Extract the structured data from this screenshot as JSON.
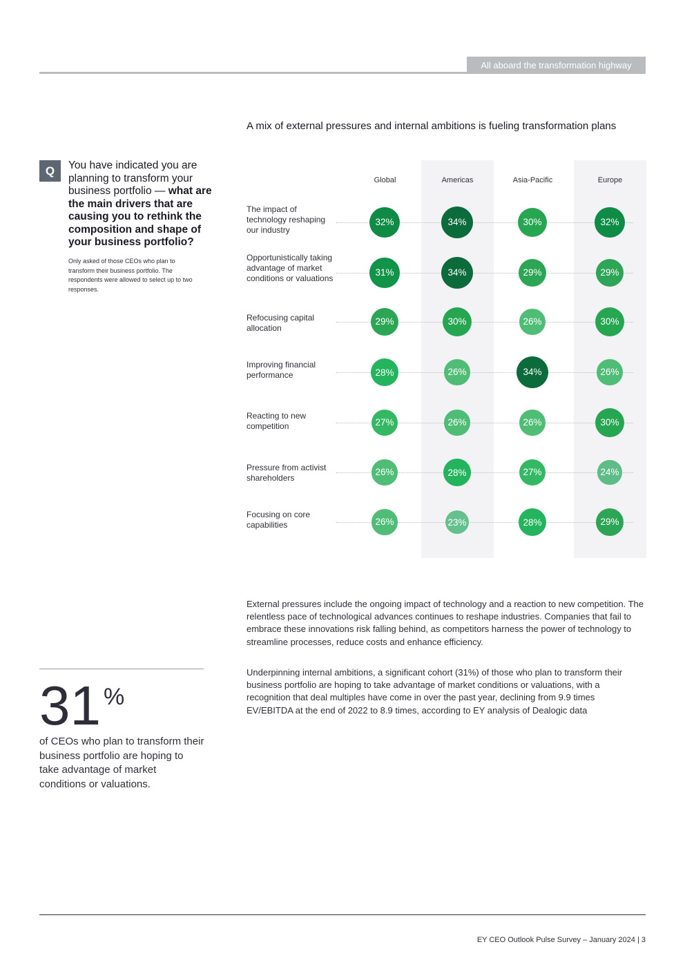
{
  "header": {
    "tag": "All aboard the transformation highway"
  },
  "question": {
    "badge": "Q",
    "text_plain": "You have indicated you are planning to transform your business portfolio — ",
    "text_bold": "what are the main drivers that are causing you to rethink the composition and shape of your business portfolio?",
    "footnote": "Only asked of those CEOs who plan to transform their business portfolio. The respondents were allowed to select up to two responses."
  },
  "chart_data": {
    "type": "table",
    "title": "A mix of external pressures and internal ambitions is fueling transformation plans",
    "columns": [
      "Global",
      "Americas",
      "Asia-Pacific",
      "Europe"
    ],
    "unit": "%",
    "rows": [
      {
        "label": "The impact of technology reshaping our industry",
        "values": [
          32,
          34,
          30,
          32
        ]
      },
      {
        "label": "Opportunistically taking advantage of market conditions or valuations",
        "values": [
          31,
          34,
          29,
          29
        ]
      },
      {
        "label": "Refocusing capital allocation",
        "values": [
          29,
          30,
          26,
          30
        ]
      },
      {
        "label": "Improving financial performance",
        "values": [
          28,
          26,
          34,
          26
        ]
      },
      {
        "label": "Reacting to new competition",
        "values": [
          27,
          26,
          26,
          30
        ]
      },
      {
        "label": "Pressure from activist shareholders",
        "values": [
          26,
          28,
          27,
          24
        ]
      },
      {
        "label": "Focusing on core capabilities",
        "values": [
          26,
          23,
          28,
          29
        ]
      }
    ],
    "colors": {
      "34": "#0b6b3a",
      "32": "#0e8c45",
      "31": "#119449",
      "30": "#26a651",
      "29": "#2ca554",
      "28": "#25b45e",
      "27": "#35b863",
      "26": "#4fbd76",
      "24": "#5ebd86",
      "23": "#64c08c"
    },
    "shaded_columns": [
      "Americas",
      "Europe"
    ]
  },
  "body": {
    "paragraph1": "External pressures include the ongoing impact of technology and a reaction to new competition. The relentless pace of technological advances continues to reshape industries. Companies that fail to embrace these innovations risk falling behind, as competitors harness the power of technology to streamline processes, reduce costs and enhance efficiency.",
    "paragraph2": "Underpinning internal ambitions, a significant cohort (31%) of those who plan to transform their business portfolio are hoping to take advantage of market conditions or valuations, with a recognition that deal multiples have come in over the past year, declining from 9.9 times EV/EBITDA at the end of 2022 to 8.9 times, according to EY analysis of Dealogic data"
  },
  "stat": {
    "number": "31",
    "unit": "%",
    "caption": "of CEOs who plan to transform their business portfolio are hoping to take advantage of market conditions or valuations."
  },
  "footer": {
    "text": "EY CEO Outlook Pulse Survey – January 2024  |  3"
  }
}
